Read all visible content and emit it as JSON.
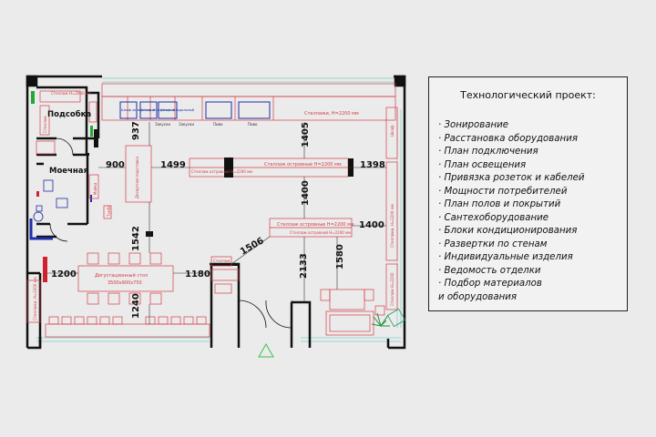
{
  "legend": {
    "title": "Технологический проект:",
    "items": [
      "· Зонирование",
      "· Расстановка оборудования",
      "· План подключения",
      "· План освещения",
      "· Привязка розеток и кабелей",
      "· Мощности потребителей",
      "· План полов и покрытий",
      "· Сантехоборудование",
      "· Блоки кондиционирования",
      "· Развертки по стенам",
      "· Индивидуальные изделия",
      "· Ведомость отделки",
      "· Подбор материалов",
      "и оборудования"
    ]
  },
  "rooms": {
    "storage": "Подсобка",
    "washroom": "Моечная"
  },
  "dimensions": {
    "d937": "937",
    "d900": "900",
    "d1499": "1499",
    "d1405": "1405",
    "d1398": "1398",
    "d1400a": "1400",
    "d1400b": "1400",
    "d1542": "1542",
    "d1506": "1506",
    "d1200": "1200",
    "d1180": "1180",
    "d1240": "1240",
    "d2133": "2133",
    "d1580": "1580"
  },
  "labels": {
    "shelving_top": "Стеллажи, Н=2200 мм",
    "island_top": "Стеллаж островные Н=2200 мм",
    "island_mid": "Стеллаж островные Н=2200 мм",
    "island_mid_short": "Стеллаж островной Н=2200 мм",
    "shelf_small": "Стеллаж островной Н=2200 мм",
    "dessert_shelf": "Десертная подставка",
    "tasting_table": "Дегустационный стол",
    "tasting_size": "3500х900х750",
    "right_shelving": "Стеллажи, Н=2200 мм",
    "top_storage": "Стеллаж Н=2000 мм",
    "storage_shelf": "Стеллаж",
    "left_shelving": "Стеллажи, Н=2200 мм",
    "fridge_a": "Шкаф холодильный",
    "fridge_b": "Шкаф холодильный",
    "fridge_c": "Шкаф холодильный",
    "snacks_a": "Закуски",
    "snacks_b": "Закуски",
    "beer_a": "Пиво",
    "beer_b": "Пиво",
    "right_cabinet": "Шкаф",
    "right_low": "Стеллаж Н=2200",
    "right_low2": "Стеллаж",
    "wash_label": "Мойка",
    "small_cabinet": "Тумба"
  },
  "colors": {
    "wall": "#111111",
    "furniture": "#d43c46",
    "fridge": "#1e2ea0",
    "window": "#7fcfc4"
  }
}
